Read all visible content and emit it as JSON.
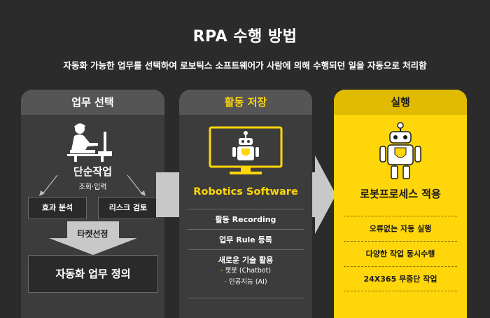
{
  "header": {
    "title": "RPA 수행 방법",
    "subtitle": "자동화 가능한 업무를 선택하여 로보틱스 소프트웨어가 사람에 의해 수행되던 일을 자동으로 처리함"
  },
  "column1": {
    "heading": "업무 선택",
    "main_label": "단순작업",
    "sub_label": "조회·입력",
    "box_left": "효과 분석",
    "box_right": "리스크 검토",
    "target_label": "타켓선정",
    "final_box": "자동화 업무 정의"
  },
  "column2": {
    "heading": "활동 저장",
    "software_label": "Robotics Software",
    "items": [
      "활동 Recording",
      "업무 Rule 등록",
      "새로운 기술 활용"
    ],
    "sub_items": [
      "챗봇 (Chatbot)",
      "인공지능 (AI)"
    ]
  },
  "column3": {
    "heading": "실행",
    "main_label": "로봇프로세스 적용",
    "items": [
      "오류없는 자동 실행",
      "다양한 작업 동시수행",
      "24X365 무중단 작업"
    ]
  },
  "colors": {
    "background": "#2b2b2b",
    "panel": "#3c3c3c",
    "accent_yellow": "#ffd60a",
    "arrow_gray": "#c8c8c8"
  },
  "icons": [
    "person-at-computer-icon",
    "robot-monitor-icon",
    "robot-icon",
    "arrow-right-icon",
    "arrow-down-icon"
  ]
}
